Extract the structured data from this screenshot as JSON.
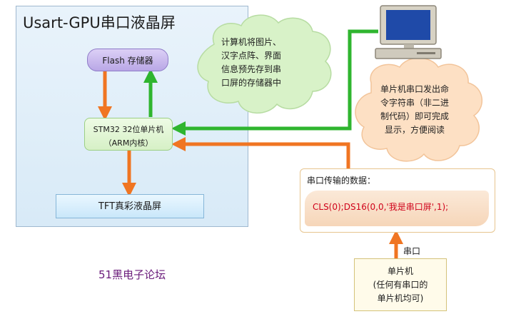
{
  "panel": {
    "title": "Usart-GPU串口液晶屏"
  },
  "flash": {
    "label": "Flash 存储器"
  },
  "mcu": {
    "line1": "STM32 32位单片机",
    "line2": "（ARM内核）"
  },
  "tft": {
    "label": "TFT真彩液晶屏"
  },
  "cloud_top": {
    "lines": [
      "计算机将图片、",
      "汉字点阵、界面",
      "信息预先存到串",
      "口屏的存储器中"
    ]
  },
  "cloud_right": {
    "lines": [
      "单片机串口发出命",
      "令字符串（非二进",
      "制代码）即可完成",
      "显示，方便阅读"
    ]
  },
  "data": {
    "label": "串口传输的数据：",
    "command": "CLS(0);DS16(0,0,'我是串口屏',1);"
  },
  "serial": {
    "label": "串口"
  },
  "host": {
    "lines": [
      "单片机",
      "(任何有串口的",
      "单片机均可)"
    ]
  },
  "watermark": "51黑电子论坛",
  "colors": {
    "orange_arrow": "#f07522",
    "green_arrow": "#2fb52f",
    "cloud_green": "#d8f2c8",
    "cloud_orange": "#fde0c4"
  }
}
